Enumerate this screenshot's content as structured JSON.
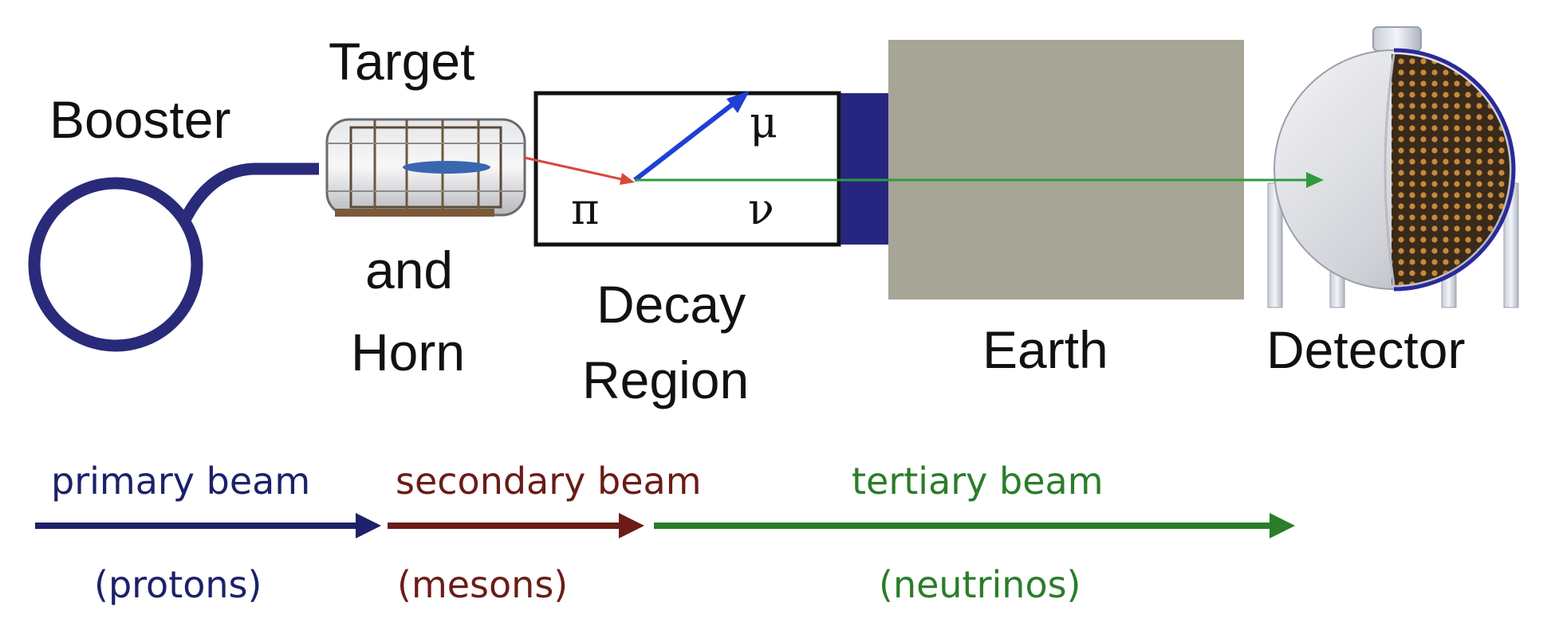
{
  "labels": {
    "booster": "Booster",
    "target_line1": "Target",
    "target_line2": "and",
    "target_line3": "Horn",
    "decay_line1": "Decay",
    "decay_line2": "Region",
    "earth": "Earth",
    "detector": "Detector",
    "pi": "π",
    "mu": "μ",
    "nu": "ν"
  },
  "beams": [
    {
      "name": "primary beam",
      "particles": "(protons)",
      "color": "#1c2169"
    },
    {
      "name": "secondary beam",
      "particles": "(mesons)",
      "color": "#6b1c16"
    },
    {
      "name": "tertiary beam",
      "particles": "(neutrinos)",
      "color": "#2a7d2a"
    }
  ],
  "colors": {
    "booster_ring": "#2a2a7a",
    "earth": "#a7a596",
    "absorber": "#262680",
    "proton_track": "#d9473a",
    "muon_track": "#1f3fd6",
    "neutrino_track": "#2e9a3c",
    "detector_pmt": "#c7893a"
  }
}
